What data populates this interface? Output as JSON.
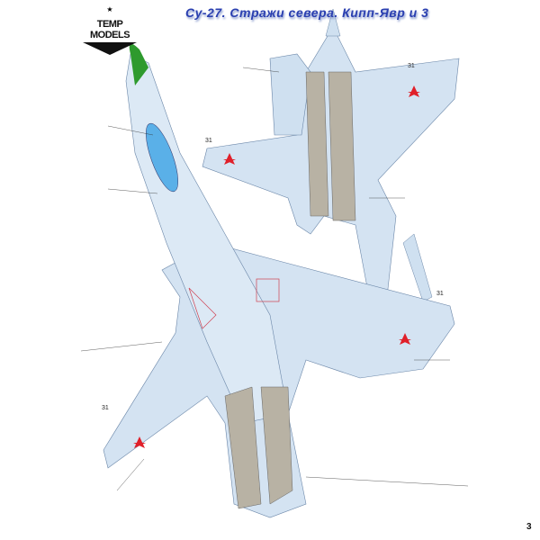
{
  "logo": {
    "text": "TEMP MODELS"
  },
  "title": "Су-27. Стражи севера. Кипп-Явр и 3",
  "page_number": "3",
  "aircraft": [
    {
      "board_number": "31",
      "view": "top"
    },
    {
      "board_number": "31",
      "view": "bottom"
    }
  ],
  "colors": {
    "camo_light": "#cfe0f0",
    "camo_mid": "#a9c6e6",
    "nose_green": "#2e9a2e",
    "star_red": "#e0202a",
    "title_blue": "#2a3fb0"
  }
}
